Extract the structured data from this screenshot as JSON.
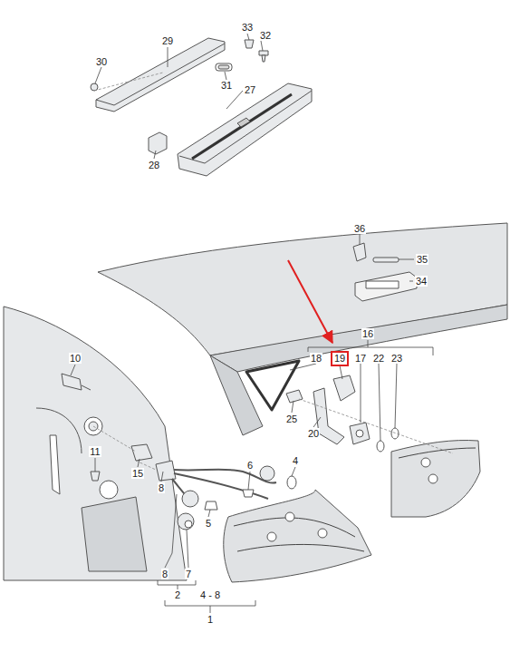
{
  "diagram": {
    "nodes": [
      {
        "text": [
          "19"
        ]
      }
    ],
    "labels": [
      "29",
      "33",
      "32",
      "30",
      "31",
      "27",
      "28",
      "36",
      "35",
      "34",
      "16",
      "18",
      "17",
      "22",
      "23",
      "10",
      "25",
      "20",
      "11",
      "6",
      "4",
      "15",
      "8",
      "5",
      "8",
      "7",
      "2",
      "4 - 8",
      "1"
    ]
  }
}
